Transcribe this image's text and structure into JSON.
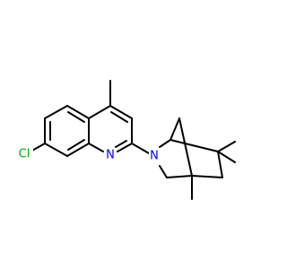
{
  "molecule": {
    "atoms": [
      {
        "id": "Cl",
        "label": "Cl",
        "color": "#00aa00"
      },
      {
        "id": "N1",
        "label": "N",
        "color": "#0000ff"
      },
      {
        "id": "N2",
        "label": "N",
        "color": "#0000ff"
      }
    ],
    "colors": {
      "bond": "#000000",
      "chlorine": "#00aa00",
      "nitrogen": "#0000ff"
    }
  }
}
